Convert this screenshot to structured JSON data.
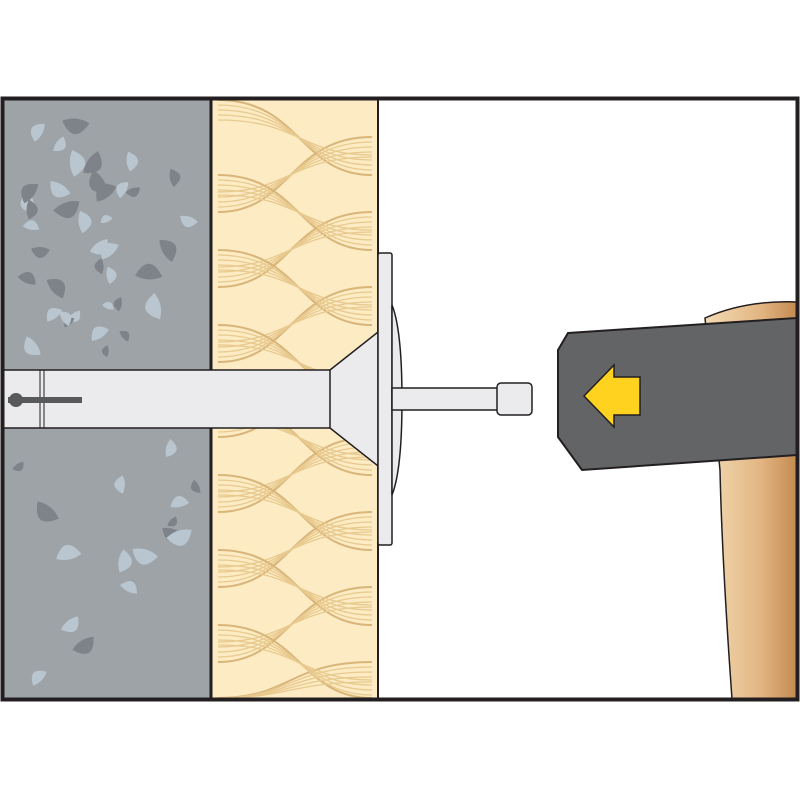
{
  "diagram": {
    "description_labels": [],
    "colors": {
      "frame": "#231f20",
      "concrete": "#9ea3a7",
      "concrete_stone_light": "#b9c6cf",
      "concrete_stone_dark": "#7d8388",
      "insulation": "#fcebc3",
      "insulation_line": "#e8c98e",
      "insulation_gap": "#b7bcc0",
      "anchor": "#ebebed",
      "hammer_head": "#636466",
      "arrow": "#ffd21f",
      "handle_light": "#f1d3a6",
      "handle_dark": "#c8925a"
    },
    "icons": [
      "concrete-wall",
      "insulation-layer",
      "insulation-anchor",
      "hammer",
      "arrow-left-icon"
    ]
  }
}
